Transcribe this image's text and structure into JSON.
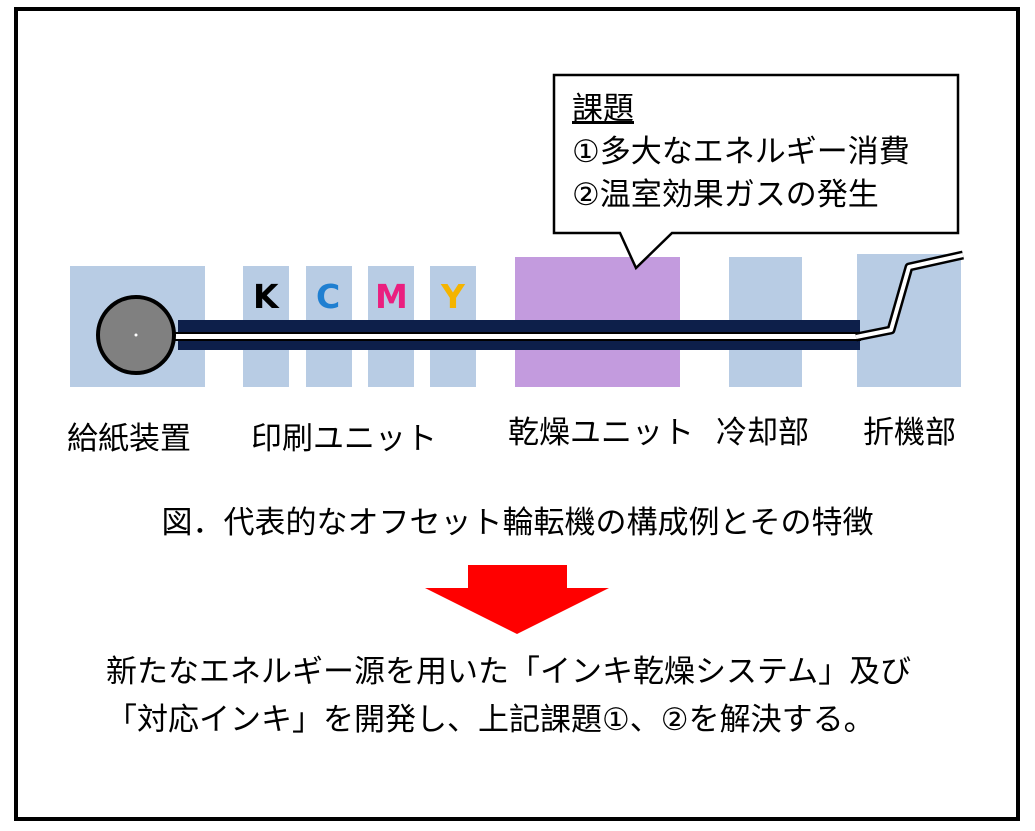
{
  "callout": {
    "title": "課題",
    "line1": "①多大なエネルギー消費",
    "line2": "②温室効果ガスの発生"
  },
  "inks": [
    {
      "letter": "K",
      "color": "#000000"
    },
    {
      "letter": "C",
      "color": "#1f7fd1"
    },
    {
      "letter": "M",
      "color": "#ea1f7f"
    },
    {
      "letter": "Y",
      "color": "#f4b400"
    }
  ],
  "labels": {
    "feeder": "給紙装置",
    "printing": "印刷ユニット",
    "drying": "乾燥ユニット",
    "cooling": "冷却部",
    "folding": "折機部"
  },
  "caption": "図．代表的なオフセット輪転機の構成例とその特徴",
  "arrow_color": "#ff0000",
  "unit_color": "#b8cce4",
  "dryer_color": "#c39bde",
  "bottom": {
    "line1": "新たなエネルギー源を用いた「インキ乾燥システム」及び",
    "line2": "「対応インキ」を開発し、上記課題①、②を解決する。"
  }
}
